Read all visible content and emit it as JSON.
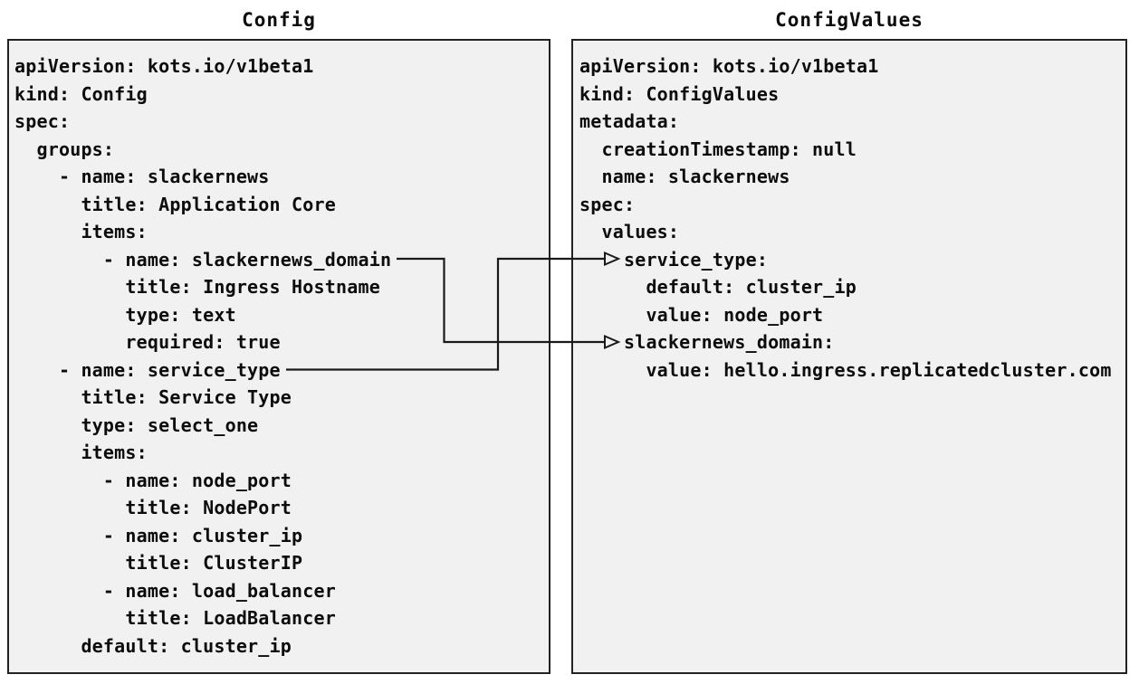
{
  "colors": {
    "page_bg": "#ffffff",
    "box_bg": "#f1f1f1",
    "border": "#222222",
    "connector": "#1a1a1a",
    "text": "#0c0c0c"
  },
  "panels": [
    {
      "id": "config",
      "title": "Config",
      "yaml_lines": [
        "apiVersion: kots.io/v1beta1",
        "kind: Config",
        "spec:",
        "  groups:",
        "    - name: slackernews",
        "      title: Application Core",
        "      items:",
        "        - name: slackernews_domain",
        "          title: Ingress Hostname",
        "          type: text",
        "          required: true",
        "    - name: service_type",
        "      title: Service Type",
        "      type: select_one",
        "      items:",
        "        - name: node_port",
        "          title: NodePort",
        "        - name: cluster_ip",
        "          title: ClusterIP",
        "        - name: load_balancer",
        "          title: LoadBalancer",
        "      default: cluster_ip"
      ]
    },
    {
      "id": "configvalues",
      "title": "ConfigValues",
      "yaml_lines": [
        "apiVersion: kots.io/v1beta1",
        "kind: ConfigValues",
        "metadata:",
        "  creationTimestamp: null",
        "  name: slackernews",
        "spec:",
        "  values:",
        "    service_type:",
        "      default: cluster_ip",
        "      value: node_port",
        "    slackernews_domain:",
        "      value: hello.ingress.replicatedcluster.com"
      ]
    }
  ],
  "connections": [
    {
      "from_panel": "Config",
      "from_field": "slackernews_domain",
      "to_panel": "ConfigValues",
      "to_field": "slackernews_domain"
    },
    {
      "from_panel": "Config",
      "from_field": "service_type",
      "to_panel": "ConfigValues",
      "to_field": "service_type"
    }
  ]
}
